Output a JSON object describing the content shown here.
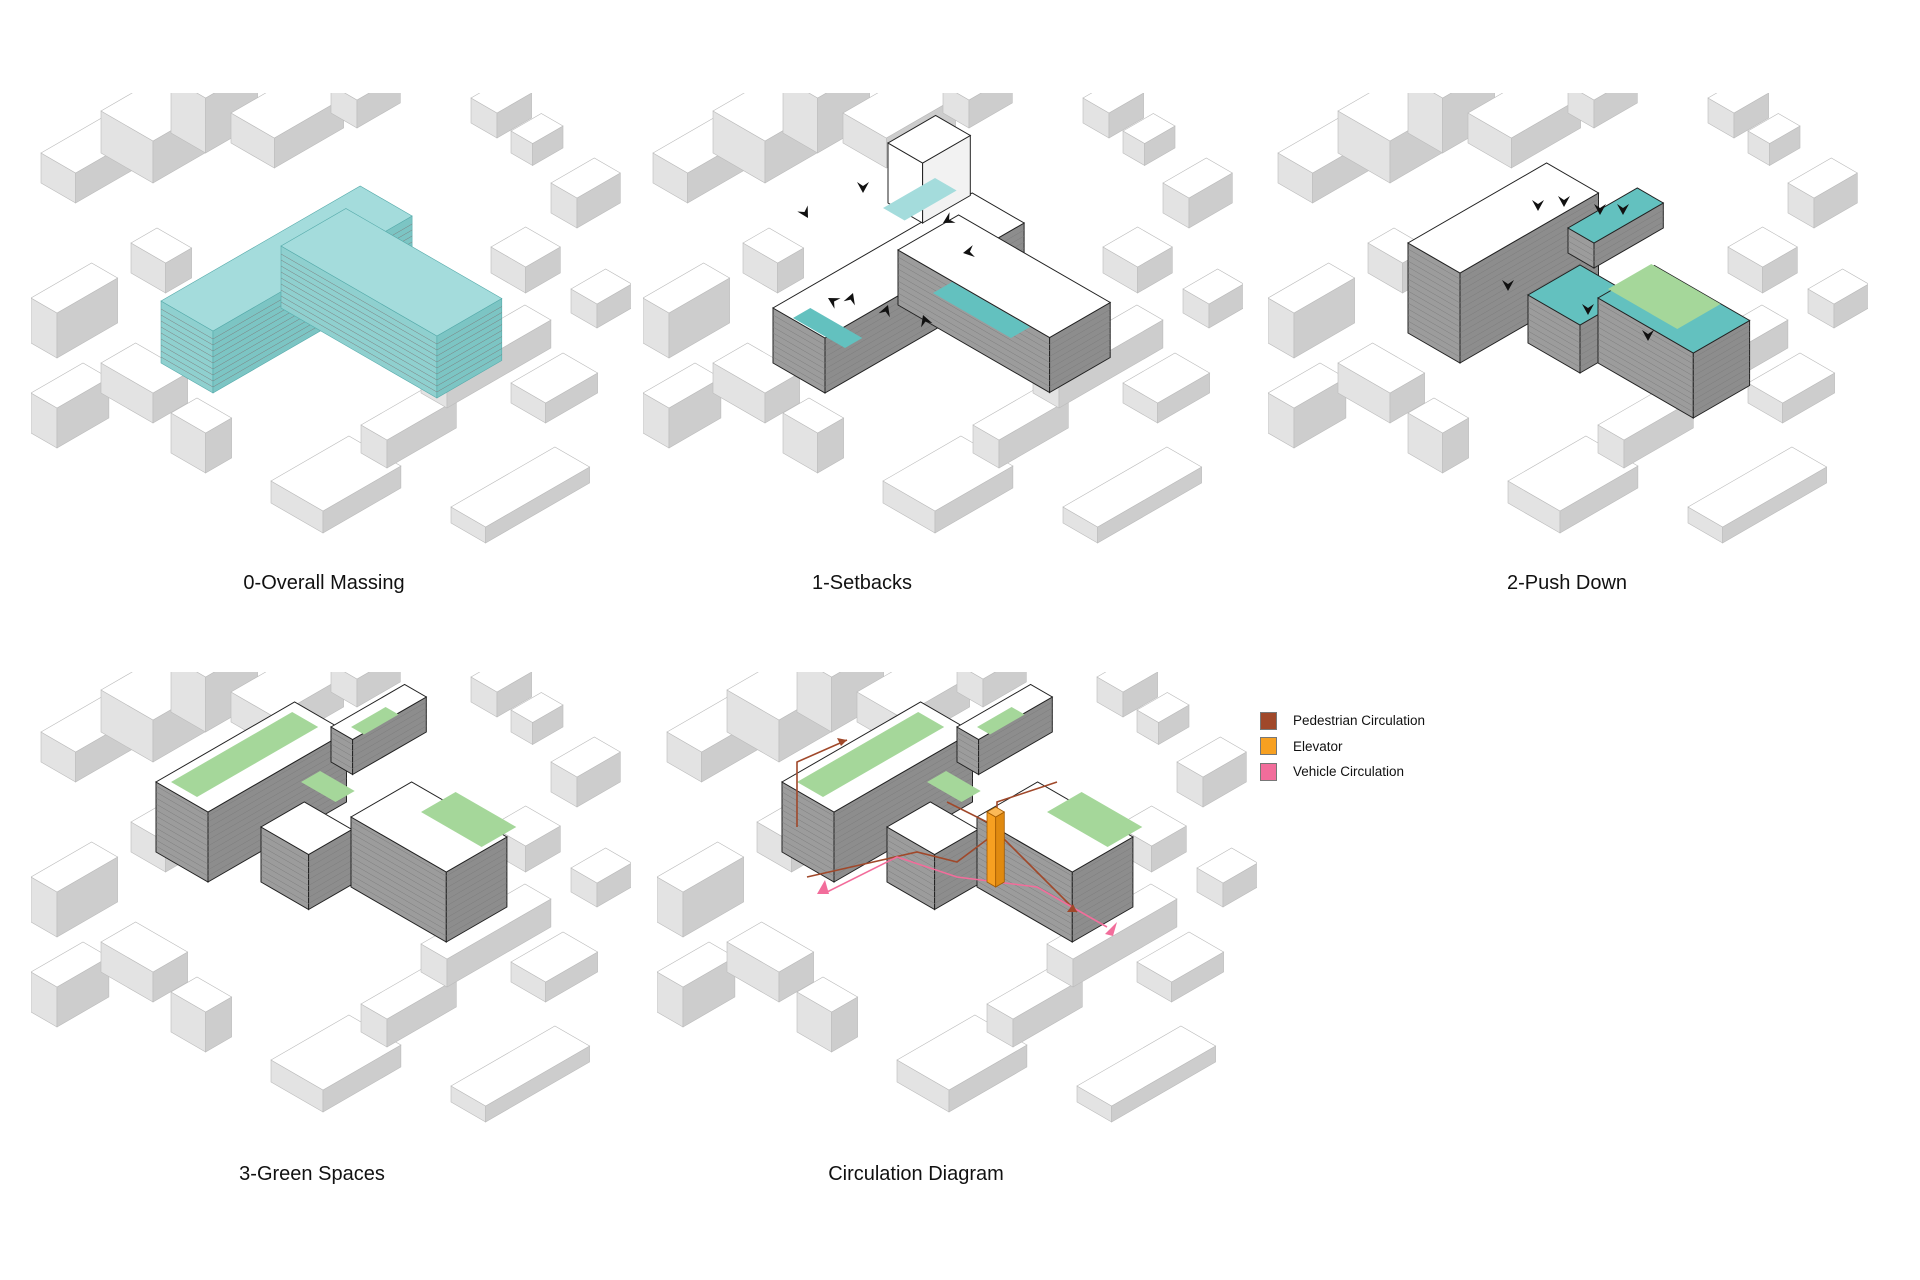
{
  "panels": [
    {
      "id": "p0",
      "title": "0-Overall Massing",
      "stage": "massing"
    },
    {
      "id": "p1",
      "title": "1-Setbacks",
      "stage": "setbacks"
    },
    {
      "id": "p2",
      "title": "2-Push Down",
      "stage": "pushdown"
    },
    {
      "id": "p3",
      "title": "3-Green Spaces",
      "stage": "green"
    },
    {
      "id": "p4",
      "title": "Circulation Diagram",
      "stage": "circulation"
    }
  ],
  "legend": [
    {
      "label": "Pedestrian Circulation",
      "color": "#a0482a"
    },
    {
      "label": "Elevator",
      "color": "#f7a021"
    },
    {
      "label": "Vehicle Circulation",
      "color": "#f26d9b"
    }
  ],
  "colors": {
    "teal": "#a4dcdc",
    "teal_dark": "#63c1bf",
    "green": "#a5d79a",
    "wall": "#9c9c9c",
    "context_top": "#ffffff",
    "context_left": "#e3e3e3",
    "context_right": "#cdcdcd"
  }
}
